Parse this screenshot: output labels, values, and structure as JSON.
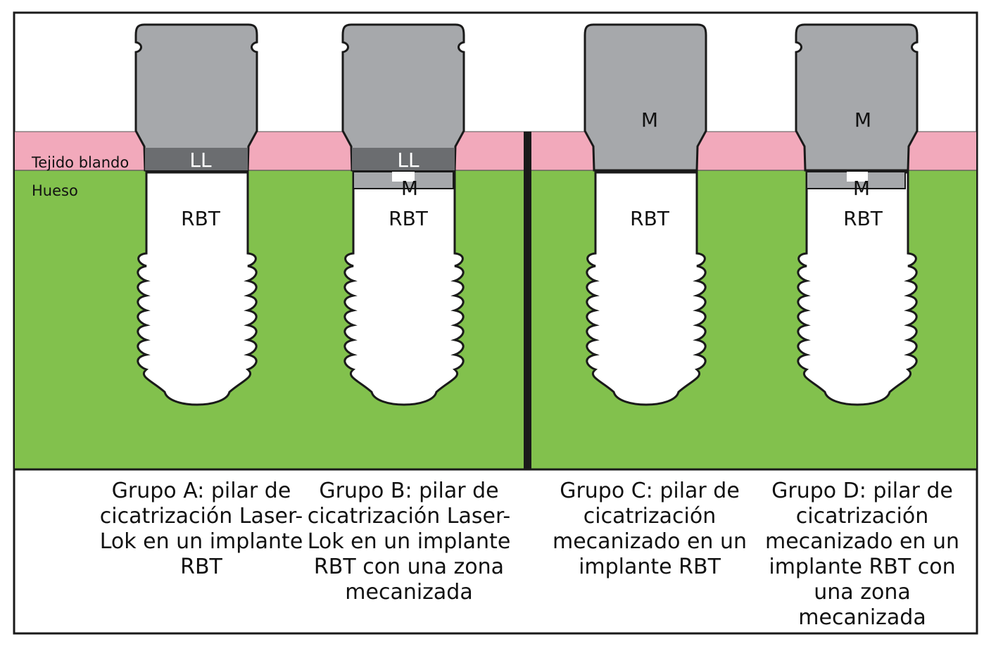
{
  "labels": {
    "soft_tissue": "Tejido blando",
    "bone": "Hueso"
  },
  "groups": [
    {
      "abutment_mark": "LL",
      "collar_mark": "",
      "implant_mark": "RBT",
      "caption": "Grupo A: pilar de cicatrización Laser-Lok en un implante RBT"
    },
    {
      "abutment_mark": "LL",
      "collar_mark": "M",
      "implant_mark": "RBT",
      "caption": "Grupo B: pilar de cicatrización Laser-Lok en un implante RBT con una zona mecanizada"
    },
    {
      "abutment_mark": "M",
      "collar_mark": "",
      "implant_mark": "RBT",
      "caption": "Grupo C: pilar de cicatrización mecanizado en un implante RBT"
    },
    {
      "abutment_mark": "M",
      "collar_mark": "M",
      "implant_mark": "RBT",
      "caption": "Grupo D: pilar de cicatrización mecanizado en un implante RBT con una zona mecanizada"
    }
  ],
  "colors": {
    "soft_tissue": "#f2a9bb",
    "bone": "#82c14d",
    "abutment": "#a6a8ab",
    "laser_lok_band": "#6b6d70",
    "implant": "#ffffff",
    "outline": "#1a1a1a"
  }
}
